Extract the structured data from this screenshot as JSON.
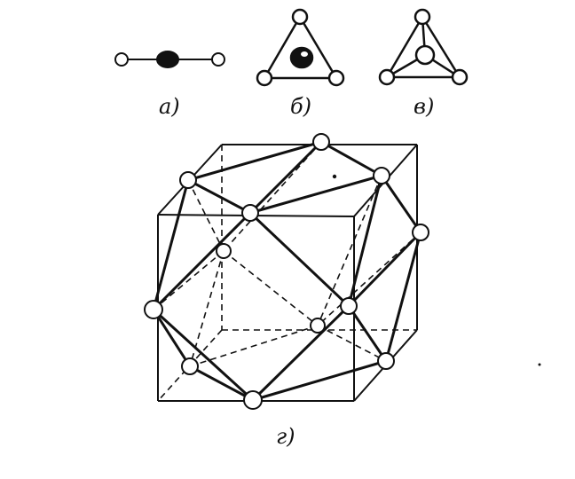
{
  "figure": {
    "labels": {
      "a": "а)",
      "b": "б)",
      "v": "в)",
      "g": "г)"
    },
    "colors": {
      "ink": "#111111",
      "paper": "#ffffff"
    }
  }
}
